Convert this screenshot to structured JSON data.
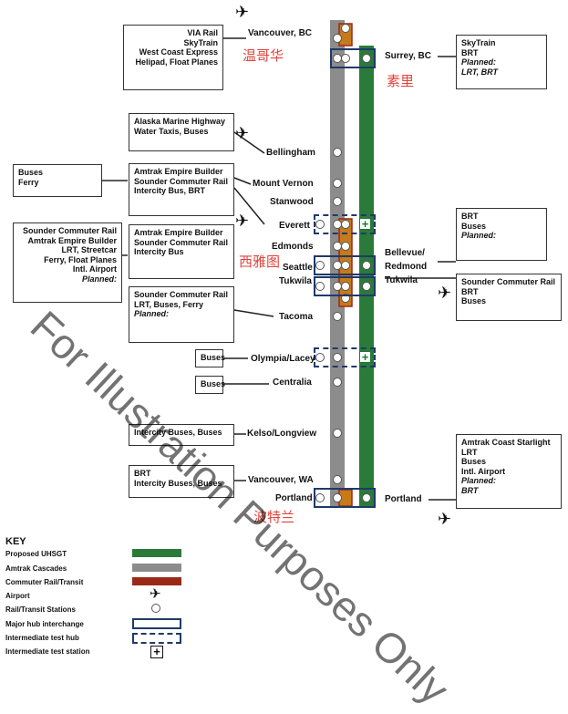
{
  "colors": {
    "uhsgt": "#2a7a3a",
    "cascades": "#8c8c8c",
    "commuter": "#9a2a18",
    "commuter_fill": "#c77a1a",
    "hub": "#1f3a68",
    "chinese": "#e0443c"
  },
  "stations_left": [
    {
      "name": "Vancouver, BC",
      "cn": "温哥华"
    },
    {
      "name": "Bellingham"
    },
    {
      "name": "Mount Vernon"
    },
    {
      "name": "Stanwood"
    },
    {
      "name": "Everett"
    },
    {
      "name": "Edmonds",
      "cn": "西雅图"
    },
    {
      "name": "Seattle"
    },
    {
      "name": "Tukwila"
    },
    {
      "name": "Tacoma"
    },
    {
      "name": "Olympia/Lacey"
    },
    {
      "name": "Centralia"
    },
    {
      "name": "Kelso/Longview"
    },
    {
      "name": "Vancouver, WA"
    },
    {
      "name": "Portland",
      "cn": "波特兰"
    }
  ],
  "stations_right": [
    {
      "name": "Surrey, BC",
      "cn": "素里"
    },
    {
      "name_line1": "Bellevue/",
      "name_line2": "Redmond"
    },
    {
      "name": "Tukwila"
    },
    {
      "name": "Portland"
    }
  ],
  "boxes_left": [
    {
      "lines": [
        "VIA Rail",
        "SkyTrain",
        "West Coast Express",
        "Helipad, Float Planes"
      ]
    },
    {
      "lines": [
        "Alaska Marine Highway",
        "Water Taxis,  Buses"
      ]
    },
    {
      "lines": [
        "Amtrak Empire Builder",
        "Sounder Commuter Rail",
        "Intercity Bus, BRT"
      ]
    },
    {
      "lines": [
        "Buses",
        "Ferry"
      ]
    },
    {
      "lines": [
        "Amtrak Empire Builder",
        "Sounder Commuter Rail",
        "Intercity Bus"
      ]
    },
    {
      "lines": [
        "Sounder Commuter Rail",
        "Amtrak Empire Builder",
        "LRT, Streetcar",
        "Ferry, Float Planes",
        "Intl. Airport"
      ],
      "planned": "Planned:"
    },
    {
      "lines": [
        "Sounder Commuter Rail",
        "LRT, Buses, Ferry"
      ],
      "planned": "Planned:"
    },
    {
      "lines": [
        "Buses"
      ]
    },
    {
      "lines": [
        "Buses"
      ]
    },
    {
      "lines": [
        "Intercity Buses, Buses"
      ]
    },
    {
      "lines": [
        "BRT",
        "Intercity Buses, Buses"
      ]
    }
  ],
  "boxes_right": [
    {
      "lines": [
        "SkyTrain",
        "BRT"
      ],
      "planned": "Planned:",
      "planned_lines": [
        "LRT, BRT"
      ]
    },
    {
      "lines": [
        "BRT",
        "Buses"
      ],
      "planned": "Planned:"
    },
    {
      "lines": [
        "Sounder Commuter Rail",
        "BRT",
        "Buses"
      ]
    },
    {
      "lines": [
        "Amtrak Coast Starlight",
        "LRT",
        "Buses",
        "Intl. Airport"
      ],
      "planned": "Planned:",
      "planned_lines": [
        "BRT"
      ]
    }
  ],
  "key": {
    "title": "KEY",
    "items": [
      "Proposed UHSGT",
      "Amtrak Cascades",
      "Commuter Rail/Transit",
      "Airport",
      "Rail/Transit Stations",
      "Major hub interchange",
      "Intermediate test hub",
      "Intermediate test station"
    ]
  },
  "watermark": "For Illustration Purposes Only"
}
